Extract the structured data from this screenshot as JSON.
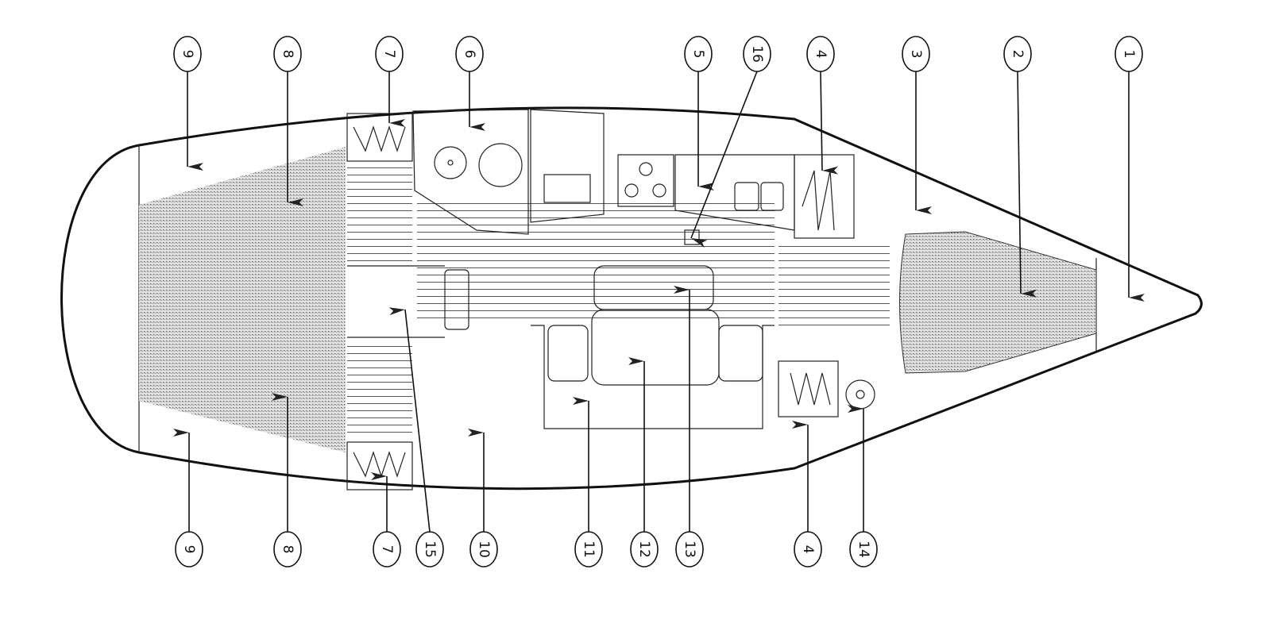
{
  "diagram": {
    "type": "boat interior layout plan",
    "colors": {
      "ink": "#111111",
      "berth_fill": "#cfcfcf",
      "background": "#ffffff"
    },
    "callouts_top": [
      "9",
      "8",
      "7",
      "6",
      "5",
      "16",
      "4",
      "3",
      "2",
      "1"
    ],
    "callouts_bottom": [
      "9",
      "8",
      "7",
      "15",
      "10",
      "11",
      "12",
      "13",
      "4",
      "14"
    ]
  }
}
